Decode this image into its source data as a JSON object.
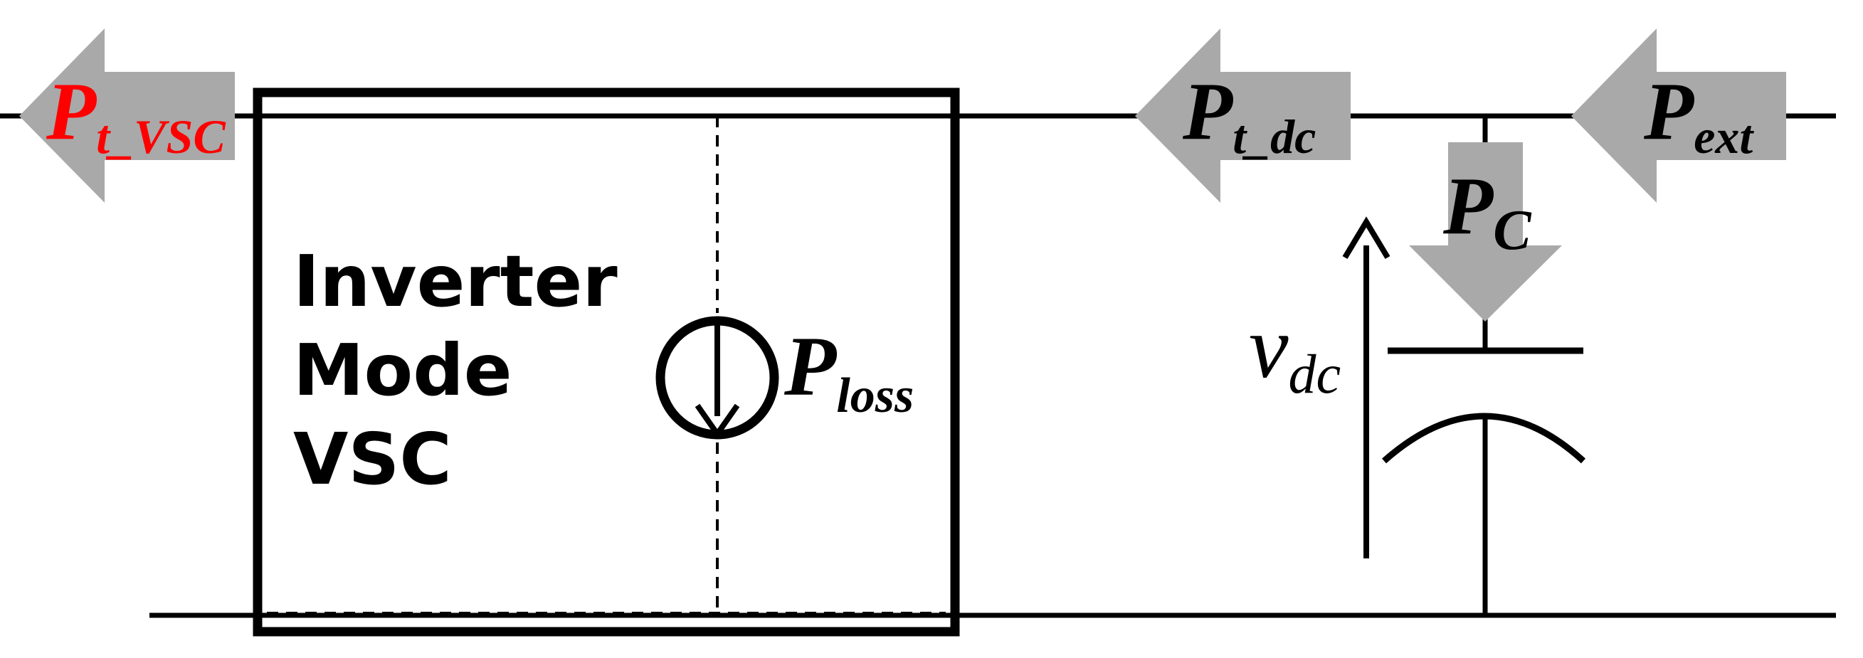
{
  "diagram": {
    "box_label": [
      "Inverter",
      "Mode",
      "VSC"
    ],
    "power_vsc": {
      "main": "P",
      "sub": "t_VSC",
      "color": "#ff0000"
    },
    "power_tdc": {
      "main": "P",
      "sub": "t_dc",
      "color": "#000000"
    },
    "power_ext": {
      "main": "P",
      "sub": "ext",
      "color": "#000000"
    },
    "power_c": {
      "main": "P",
      "sub": "C",
      "color": "#000000"
    },
    "power_loss": {
      "main": "P",
      "sub": "loss",
      "color": "#000000"
    },
    "voltage_dc": {
      "main": "v",
      "sub": "dc",
      "color": "#000000"
    },
    "colors": {
      "arrow_fill": "#a9a9a9",
      "line": "#000000",
      "highlight": "#ff0000"
    }
  }
}
